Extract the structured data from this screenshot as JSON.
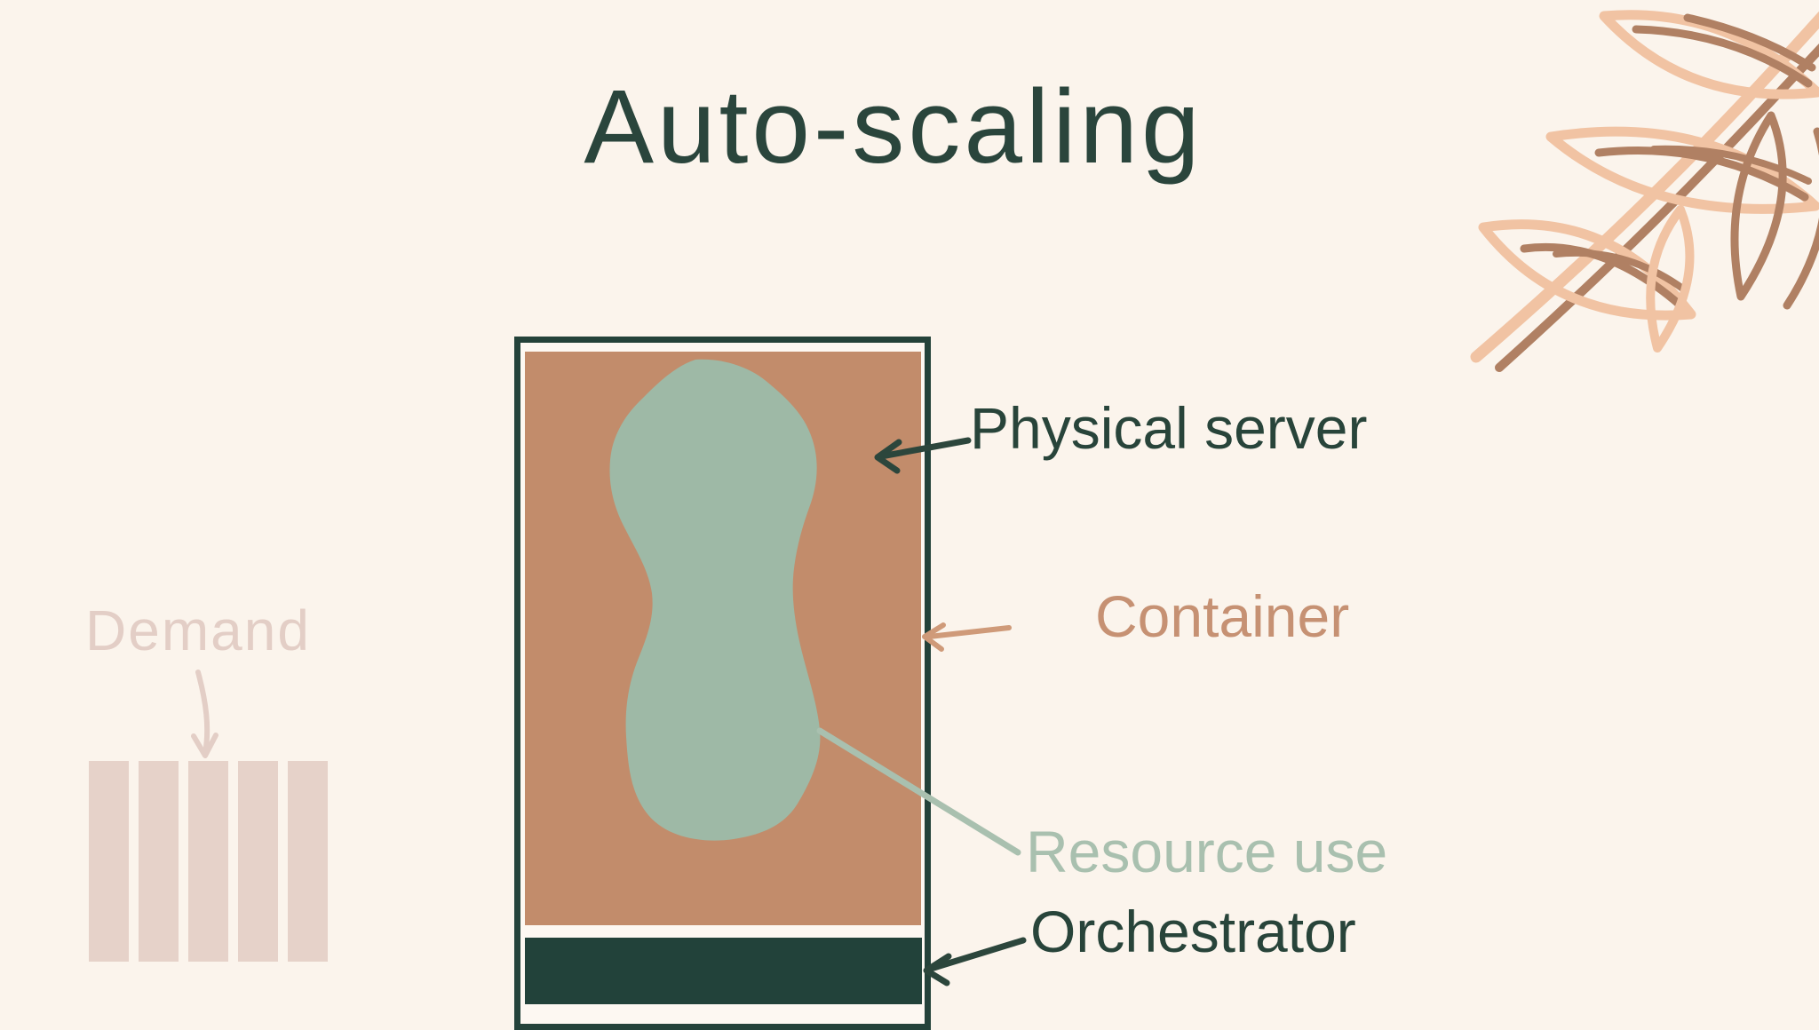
{
  "slide": {
    "title": "Auto-scaling",
    "background_color": "#fbf4ec"
  },
  "labels": {
    "physical_server": "Physical server",
    "container": "Container",
    "resource_use": "Resource use",
    "orchestrator": "Orchestrator",
    "demand": "Demand"
  },
  "diagram": {
    "description": "A physical server drawn as a dark-outlined rectangle filled with a terracotta container area; an organic sage blob inside shows resource use; a dark green bar at the bottom is the orchestrator; five pale pink bars on the left represent demand.",
    "demand_bar_count": 5,
    "callouts": [
      {
        "label": "Physical server",
        "target": "terracotta area inside rectangle",
        "arrow_color": "#2c463c"
      },
      {
        "label": "Container",
        "target": "right edge of terracotta fill",
        "arrow_color": "#cf9a79"
      },
      {
        "label": "Resource use",
        "target": "sage blob",
        "line_color": "#a9c0af"
      },
      {
        "label": "Orchestrator",
        "target": "dark green bottom bar",
        "arrow_color": "#2c463c"
      }
    ]
  },
  "colors": {
    "background": "#fbf4ec",
    "title_text": "#2a453c",
    "rect_border": "#24423a",
    "rect_inner_gap": "#fdf8f2",
    "container_fill": "#c28c6b",
    "resource_blob": "#9eb9a6",
    "orchestrator_bar": "#22423a",
    "demand_bars": "#e6d2c9",
    "demand_text": "#e3cec6",
    "container_label": "#c69173",
    "resource_label": "#a9c0af",
    "dark_label": "#28443a",
    "leaf_peach": "#f1c3a3",
    "leaf_brown": "#b08063"
  }
}
